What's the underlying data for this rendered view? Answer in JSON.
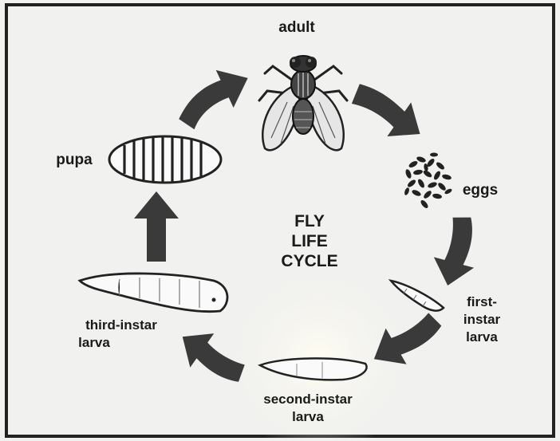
{
  "diagram": {
    "title_lines": [
      "FLY",
      "LIFE",
      "CYCLE"
    ],
    "stages": {
      "adult": "adult",
      "eggs": "eggs",
      "first_instar": [
        "first-",
        "instar",
        "larva"
      ],
      "second_instar": [
        "second-instar",
        "larva"
      ],
      "third_instar": [
        "third-instar",
        "larva"
      ],
      "pupa": "pupa"
    }
  },
  "colors": {
    "arrow": "#3a3a3a",
    "ink": "#1a1a1a",
    "paper": "#f1f1ef",
    "frame": "#222222"
  },
  "icons": [
    "fly-icon",
    "eggs-icon",
    "first-instar-larva-icon",
    "second-instar-larva-icon",
    "third-instar-larva-icon",
    "pupa-icon"
  ]
}
